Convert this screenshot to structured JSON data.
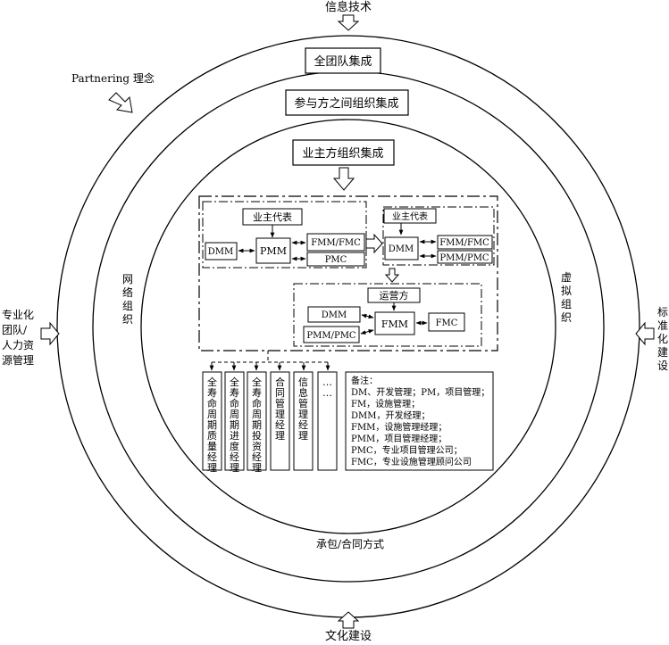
{
  "outer_labels": {
    "top": "信息技术",
    "bottom": "文化建设",
    "top_left": "Partnering 理念",
    "left": [
      "专业化",
      "团队/",
      "人力资",
      "源管理"
    ],
    "right": [
      "标",
      "准",
      "化",
      "建",
      "设"
    ]
  },
  "ring_labels": {
    "full_team": "全团队集成",
    "participants": "参与方之间组织集成",
    "owner_org": "业主方组织集成",
    "network_org": [
      "网",
      "络",
      "组",
      "织"
    ],
    "virtual_org": [
      "虚",
      "拟",
      "组",
      "织"
    ],
    "contract": "承包/合同方式"
  },
  "core": {
    "left_block": {
      "owner_rep": "业主代表",
      "dmm": "DMM",
      "pmm": "PMM",
      "fmm_fmc": "FMM/FMC",
      "pmc": "PMC"
    },
    "right_block": {
      "owner_rep": "业主代表",
      "dmm": "DMM",
      "fmm_fmc": "FMM/FMC",
      "pmm_pmc": "PMM/PMC"
    },
    "operator_block": {
      "operator": "运营方",
      "dmm": "DMM",
      "pmm_pmc": "PMM/PMC",
      "fmm": "FMM",
      "fmc": "FMC"
    }
  },
  "managers": [
    [
      "全",
      "寿",
      "命",
      "周",
      "期",
      "质",
      "量",
      "经",
      "理"
    ],
    [
      "全",
      "寿",
      "命",
      "周",
      "期",
      "进",
      "度",
      "经",
      "理"
    ],
    [
      "全",
      "寿",
      "命",
      "周",
      "期",
      "投",
      "资",
      "经",
      "理"
    ],
    [
      "合",
      "同",
      "管",
      "理",
      "经",
      "理"
    ],
    [
      "信",
      "息",
      "管",
      "理",
      "经",
      "理"
    ],
    [
      "…",
      "…"
    ]
  ],
  "notes": [
    "备注：",
    "DM、开发管理；PM，项目管理；",
    "FM，设施管理；",
    "DMM，开发经理；",
    "FMM，设施管理经理；",
    "PMM，项目管理经理；",
    "PMC，专业项目管理公司；",
    "FMC，专业设施管理顾问公司"
  ]
}
